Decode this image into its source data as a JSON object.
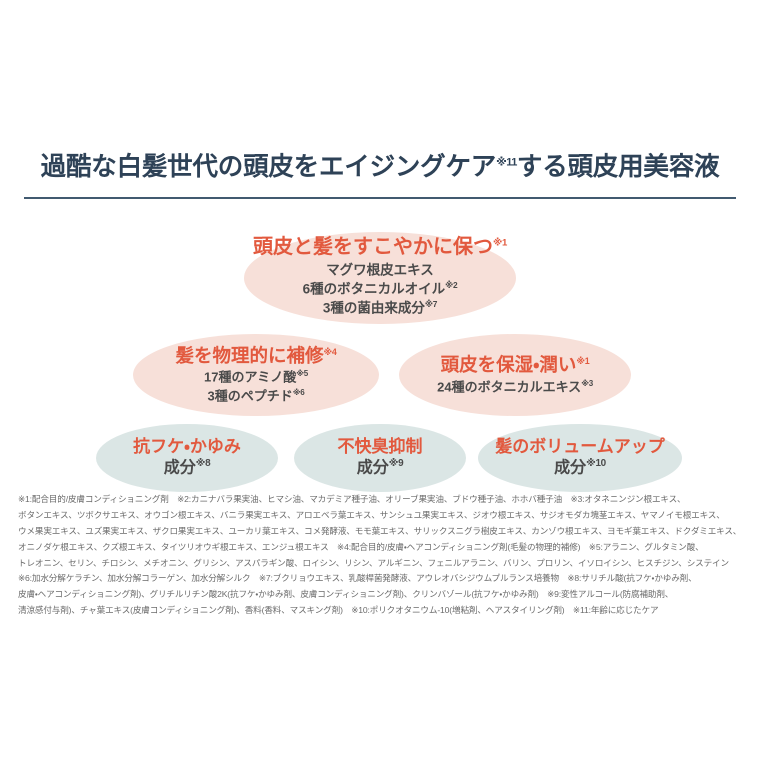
{
  "title": {
    "text_before": "過酷な白髪世代の頭皮をエイジングケア",
    "note": "※11",
    "text_after": "する頭皮用美容液",
    "full": "過酷な白髪世代の頭皮をエイジングケア※11する頭皮用美容液"
  },
  "colors": {
    "title_navy": "#2e4257",
    "rule_navy": "#415a70",
    "accent_orange": "#e2593e",
    "pink_fill": "#f7e0d9",
    "teal_fill": "#dbe6e5",
    "body_gray": "#4a4a4a",
    "footnote_gray": "#6b6b6b"
  },
  "benefits": [
    {
      "id": "scalp-hair",
      "shape": "ellipse",
      "fill": "pink",
      "heading": "頭皮と髪をすこやかに保つ",
      "heading_note": "※1",
      "lines": [
        {
          "text": "マグワ根皮エキス",
          "note": ""
        },
        {
          "text": "6種のボタニカルオイル",
          "note": "※2"
        },
        {
          "text": "3種の菌由来成分",
          "note": "※7"
        }
      ]
    },
    {
      "id": "repair",
      "shape": "ellipse",
      "fill": "pink",
      "heading": "髪を物理的に補修",
      "heading_note": "※4",
      "lines": [
        {
          "text": "17種のアミノ酸",
          "note": "※5"
        },
        {
          "text": "3種のペプチド",
          "note": "※6"
        }
      ]
    },
    {
      "id": "moisture",
      "shape": "ellipse",
      "fill": "pink",
      "heading": "頭皮を保湿・潤い",
      "heading_note": "※1",
      "lines": [
        {
          "text": "24種のボタニカルエキス",
          "note": "※3"
        }
      ]
    },
    {
      "id": "dandruff",
      "shape": "ellipse",
      "fill": "teal",
      "heading": "抗フケ・かゆみ",
      "heading_note": "",
      "lines": [
        {
          "text": "成分",
          "note": "※8"
        }
      ]
    },
    {
      "id": "odor",
      "shape": "ellipse",
      "fill": "teal",
      "heading": "不快臭抑制",
      "heading_note": "",
      "lines": [
        {
          "text": "成分",
          "note": "※9"
        }
      ]
    },
    {
      "id": "volume",
      "shape": "ellipse",
      "fill": "teal",
      "heading": "髪のボリュームアップ",
      "heading_note": "",
      "lines": [
        {
          "text": "成分",
          "note": "※10"
        }
      ]
    }
  ],
  "footnotes": {
    "lines": [
      "※1:配合目的/皮膚コンディショニング剤　※2:カニナバラ果実油、ヒマシ油、マカデミア種子油、オリーブ果実油、ブドウ種子油、ホホバ種子油　※3:オタネニンジン根エキス、",
      "ボタンエキス、ツボクサエキス、オウゴン根エキス、バニラ果実エキス、アロエベラ葉エキス、サンシュユ果実エキス、ジオウ根エキス、サジオモダカ塊茎エキス、ヤマノイモ根エキス、",
      "ウメ果実エキス、ユズ果実エキス、ザクロ果実エキス、ユーカリ葉エキス、コメ発酵液、モモ葉エキス、サリックスニグラ樹皮エキス、カンゾウ根エキス、ヨモギ葉エキス、ドクダミエキス、",
      "オニノダケ根エキス、クズ根エキス、タイツリオウギ根エキス、エンジュ根エキス　※4:配合目的/皮膚・ヘアコンディショニング剤(毛髪の物理的補修)　※5:アラニン、グルタミン酸、",
      "トレオニン、セリン、チロシン、メチオニン、グリシン、アスパラギン酸、ロイシン、リシン、アルギニン、フェニルアラニン、バリン、プロリン、イソロイシン、ヒスチジン、システイン",
      "※6:加水分解ケラチン、加水分解コラーゲン、加水分解シルク　※7:ブクリョウエキス、乳酸桿菌発酵液、アウレオバシジウムプルランス培養物　※8:サリチル酸(抗フケ・かゆみ剤、",
      "皮膚・ヘアコンディショニング剤)、グリチルリチン酸2K(抗フケ・かゆみ剤、皮膚コンディショニング剤)、クリンバゾール(抗フケ・かゆみ剤)　※9:変性アルコール(防腐補助剤、",
      "清涼感付与剤)、チャ葉エキス(皮膚コンディショニング剤)、香料(香料、マスキング剤)　※10:ポリクオタニウム-10(増粘剤、ヘアスタイリング剤)　※11:年齢に応じたケア"
    ]
  }
}
